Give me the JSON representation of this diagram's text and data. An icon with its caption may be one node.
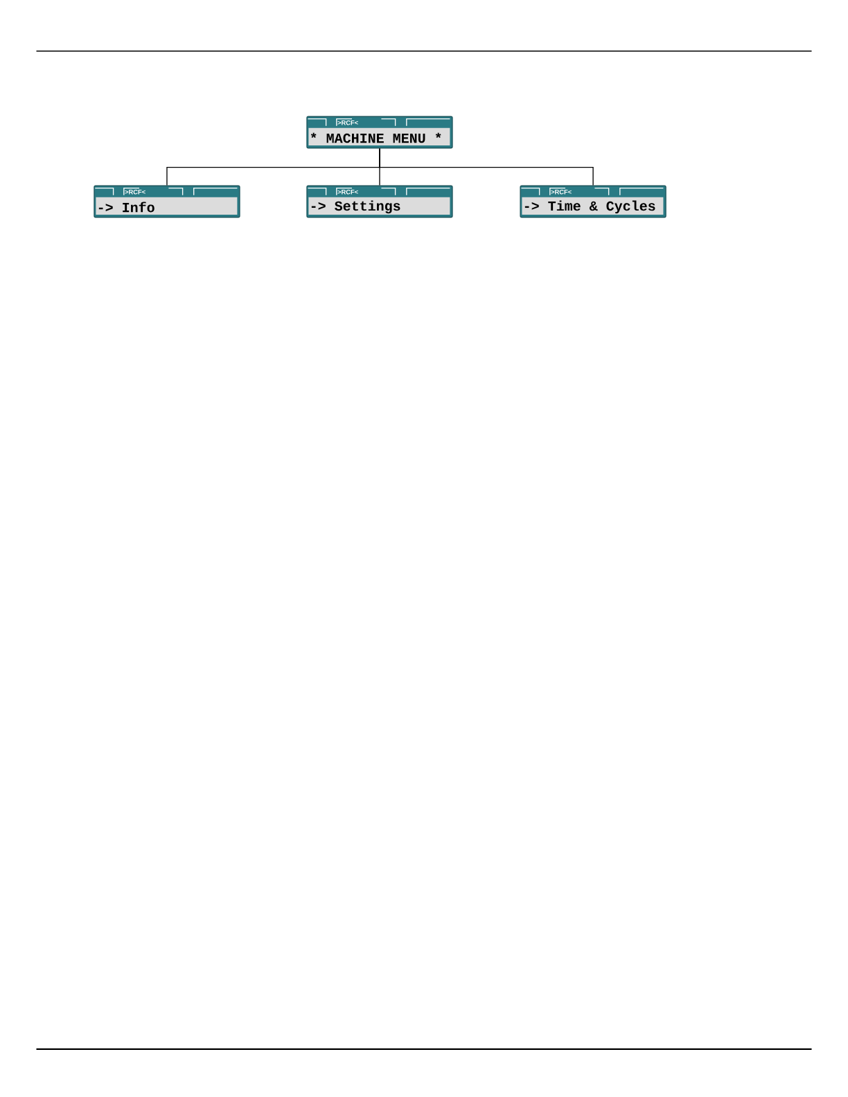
{
  "diagram": {
    "nodes": [
      {
        "text": [
          ">RCF<",
          "* MACHINE MENU *"
        ]
      },
      {
        "text": [
          ">RCF<",
          "-> Info"
        ]
      },
      {
        "text": [
          ">RCF<",
          "-> Settings"
        ]
      },
      {
        "text": [
          ">RCF<",
          "-> Time & Cycles"
        ]
      }
    ],
    "edges": [
      {
        "from": 0,
        "to": 1,
        "arrow": "none"
      },
      {
        "from": 0,
        "to": 2,
        "arrow": "none"
      },
      {
        "from": 0,
        "to": 3,
        "arrow": "none"
      }
    ]
  }
}
